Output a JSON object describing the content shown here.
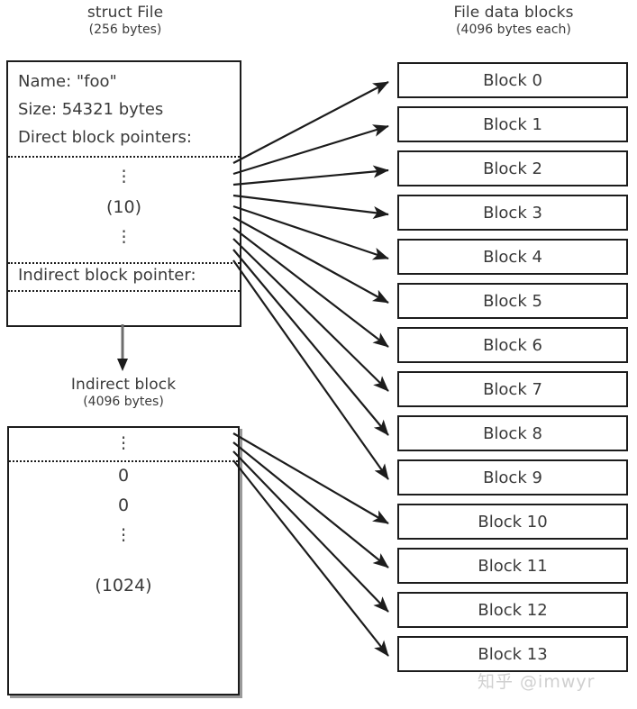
{
  "diagram": {
    "struct_file": {
      "title": "struct File",
      "subtitle": "(256 bytes)",
      "fields": {
        "name": "Name: \"foo\"",
        "size": "Size: 54321 bytes",
        "direct_pointers_label": "Direct block pointers:",
        "indirect_pointer_label": "Indirect block pointer:"
      },
      "direct_pointer_count": "(10)",
      "ellipsis": "⋮"
    },
    "indirect_block": {
      "title": "Indirect block",
      "subtitle": "(4096 bytes)",
      "entry_count": "(1024)",
      "zero_entries": [
        "0",
        "0"
      ],
      "ellipsis": "⋮"
    },
    "data_blocks": {
      "title": "File data blocks",
      "subtitle": "(4096 bytes each)",
      "blocks": [
        {
          "label": "Block 0"
        },
        {
          "label": "Block 1"
        },
        {
          "label": "Block 2"
        },
        {
          "label": "Block 3"
        },
        {
          "label": "Block 4"
        },
        {
          "label": "Block 5"
        },
        {
          "label": "Block 6"
        },
        {
          "label": "Block 7"
        },
        {
          "label": "Block 8"
        },
        {
          "label": "Block 9"
        },
        {
          "label": "Block 10"
        },
        {
          "label": "Block 11"
        },
        {
          "label": "Block 12"
        },
        {
          "label": "Block 13"
        }
      ]
    },
    "watermark": "知乎 @imwyr",
    "colors": {
      "stroke": "#1c1c1c",
      "text": "#3a3a3a",
      "shadow": "#9a9a9a",
      "watermark": "#d0d0d0",
      "background": "#ffffff"
    }
  }
}
